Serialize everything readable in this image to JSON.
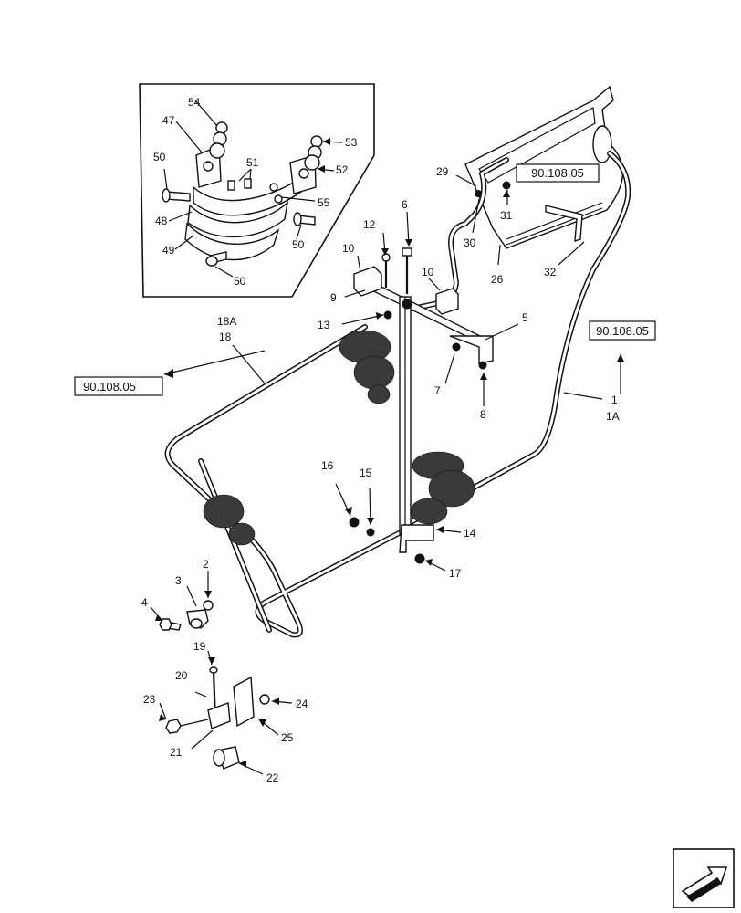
{
  "diagram": {
    "callouts": [
      {
        "id": "c54",
        "text": "54"
      },
      {
        "id": "c47",
        "text": "47"
      },
      {
        "id": "c53",
        "text": "53"
      },
      {
        "id": "c50a",
        "text": "50"
      },
      {
        "id": "c51",
        "text": "51"
      },
      {
        "id": "c52",
        "text": "52"
      },
      {
        "id": "c55",
        "text": "55"
      },
      {
        "id": "c48",
        "text": "48"
      },
      {
        "id": "c49",
        "text": "49"
      },
      {
        "id": "c50b",
        "text": "50"
      },
      {
        "id": "c50c",
        "text": "50"
      },
      {
        "id": "c29",
        "text": "29"
      },
      {
        "id": "c31",
        "text": "31"
      },
      {
        "id": "c30",
        "text": "30"
      },
      {
        "id": "c26",
        "text": "26"
      },
      {
        "id": "c32",
        "text": "32"
      },
      {
        "id": "c12",
        "text": "12"
      },
      {
        "id": "c6",
        "text": "6"
      },
      {
        "id": "c10a",
        "text": "10"
      },
      {
        "id": "c10b",
        "text": "10"
      },
      {
        "id": "c9",
        "text": "9"
      },
      {
        "id": "c13",
        "text": "13"
      },
      {
        "id": "c5",
        "text": "5"
      },
      {
        "id": "c7",
        "text": "7"
      },
      {
        "id": "c8",
        "text": "8"
      },
      {
        "id": "c18a",
        "text": "18A"
      },
      {
        "id": "c18",
        "text": "18"
      },
      {
        "id": "c1",
        "text": "1"
      },
      {
        "id": "c1a",
        "text": "1A"
      },
      {
        "id": "c16",
        "text": "16"
      },
      {
        "id": "c15",
        "text": "15"
      },
      {
        "id": "c14",
        "text": "14"
      },
      {
        "id": "c17",
        "text": "17"
      },
      {
        "id": "c2",
        "text": "2"
      },
      {
        "id": "c3",
        "text": "3"
      },
      {
        "id": "c4",
        "text": "4"
      },
      {
        "id": "c19",
        "text": "19"
      },
      {
        "id": "c20",
        "text": "20"
      },
      {
        "id": "c23",
        "text": "23"
      },
      {
        "id": "c24",
        "text": "24"
      },
      {
        "id": "c21",
        "text": "21"
      },
      {
        "id": "c25",
        "text": "25"
      },
      {
        "id": "c22",
        "text": "22"
      }
    ],
    "references": [
      {
        "id": "ref-top",
        "text": "90.108.05"
      },
      {
        "id": "ref-right",
        "text": "90.108.05"
      },
      {
        "id": "ref-left",
        "text": "90.108.05"
      }
    ],
    "nav_icon": "next-page-arrow-icon"
  }
}
